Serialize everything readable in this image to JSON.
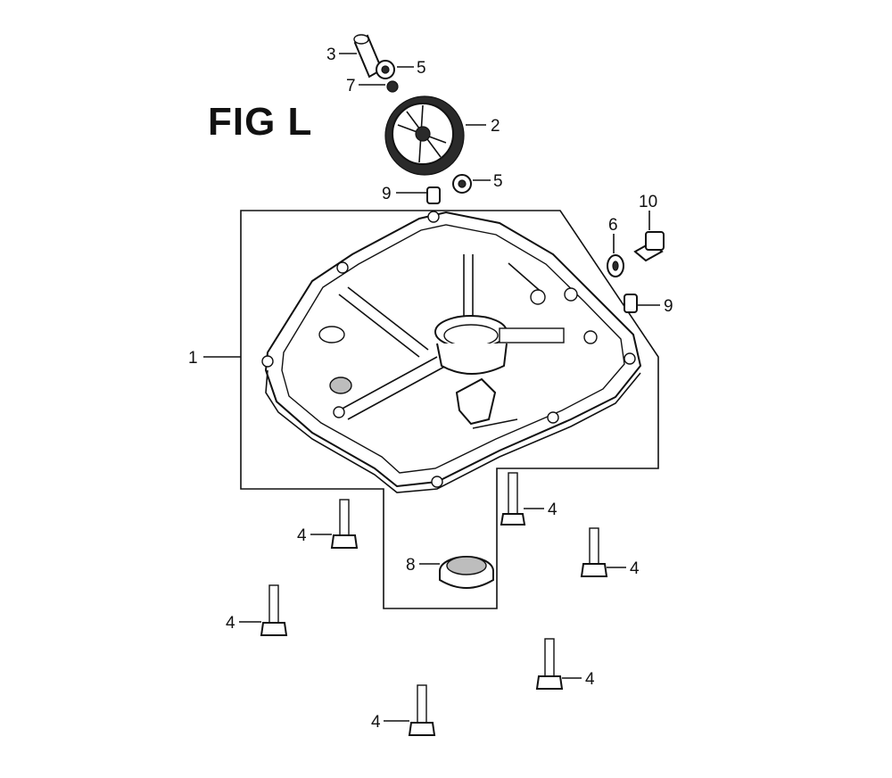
{
  "figure": {
    "title": "FIG L"
  },
  "callouts": {
    "c1": "1",
    "c2": "2",
    "c3": "3",
    "c4a": "4",
    "c4b": "4",
    "c4c": "4",
    "c4d": "4",
    "c4e": "4",
    "c4f": "4",
    "c5a": "5",
    "c5b": "5",
    "c6": "6",
    "c7": "7",
    "c8": "8",
    "c9a": "9",
    "c9b": "9",
    "c10": "10"
  },
  "colors": {
    "ink": "#111111",
    "background": "#ffffff"
  }
}
